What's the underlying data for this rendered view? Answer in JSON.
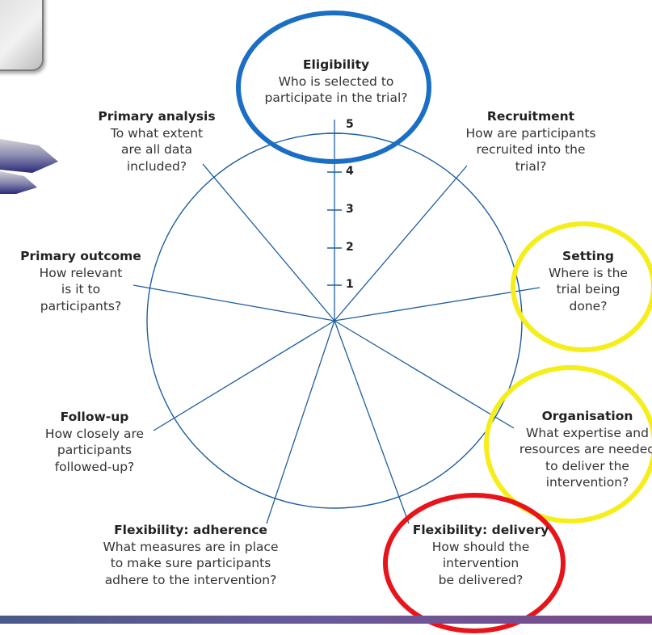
{
  "wheel": {
    "scale_ticks": [
      "5",
      "4",
      "3",
      "2",
      "1"
    ],
    "line_color": "#1f5fa0"
  },
  "domains": {
    "eligibility": {
      "title": "Eligibility",
      "desc": "Who is selected to\nparticipate in the trial?"
    },
    "recruitment": {
      "title": "Recruitment",
      "desc": "How are participants\nrecruited into the\ntrial?"
    },
    "setting": {
      "title": "Setting",
      "desc": "Where is the\ntrial being\ndone?"
    },
    "organisation": {
      "title": "Organisation",
      "desc": "What expertise and\nresources are needed\nto deliver the\nintervention?"
    },
    "flex_delivery": {
      "title": "Flexibility: delivery",
      "desc": "How should the\nintervention\nbe delivered?"
    },
    "flex_adherence": {
      "title": "Flexibility: adherence",
      "desc": "What measures are in place\nto make sure participants\nadhere to the intervention?"
    },
    "follow_up": {
      "title": "Follow-up",
      "desc": "How closely are\nparticipants\nfollowed-up?"
    },
    "primary_outcome": {
      "title": "Primary outcome",
      "desc": "How relevant\nis it to\nparticipants?"
    },
    "primary_analysis": {
      "title": "Primary analysis",
      "desc": "To what extent\nare all data\nincluded?"
    }
  },
  "highlights": {
    "blue": "#1a6fc4",
    "yellow": "#f5ee1a",
    "red": "#e8141c"
  }
}
